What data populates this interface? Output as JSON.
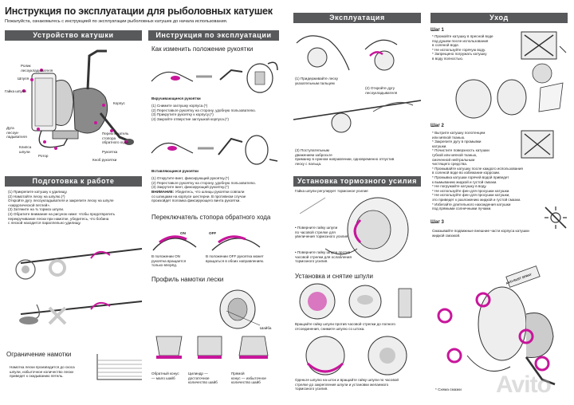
{
  "header": {
    "title": "Инструкция по эксплуатации для рыболовных катушек",
    "subtitle": "Пожалуйста, ознакомьтесь с инструкцией по эксплуатации рыболовных катушек до начала использования."
  },
  "device": {
    "banner": "Устройство катушки",
    "labels": {
      "roller": "Ролик\nлесоукладывателя",
      "spool": "Шпуля",
      "spool_nut": "Гайка шпули",
      "body": "Корпус",
      "bail": "Дуга\nлесоук-\nладывателя",
      "bail_clip": "Клипса\nшпули",
      "rotor": "Ротор",
      "stopper": "Переключатель\nстопора\nобратного хода",
      "handle": "Рукоятка",
      "handle_knob": "Кноб рукоятки"
    }
  },
  "preparation": {
    "banner": "Подготовка к работе",
    "text": "(1) Прикрепите катушку к удилищу.\n(2) Намотайте леску на шпулю.(*)\n   Откройте дугу лесоукладывателя и закрепите леску на шпуле\n   «хирургической петлей».\n(3) Затяните на ¾ тормоз шпули.\n(4) Обратите внимание на рисунок ниже: чтобы предотвратить\n   перекручивание лески при намотке, убедитесь, что бобина\n   с леской находится параллельно удилищу.",
    "winding_title": "Ограничение намотки",
    "winding_text": "Намотка лески производится до скоса\nшпули, избыточное количество лески\nприведет к скидыванию петель."
  },
  "operation": {
    "banner": "Инструкция по эксплуатации",
    "handle_title": "Как изменить положение рукоятки",
    "screw_handle": "Вкручивающиеся рукоятки",
    "screw_steps": "(1) Снимите заглушку корпуса.(*)\n(2) Переставьте рукоятку на сторону, удобную пользователю.\n(3) Прикрутите рукоятку к корпусу.(*)\n(4) Закройте отверстие заглушкой корпуса.(*)",
    "insert_handle": "Вставляющиеся рукоятки",
    "insert_steps": "(1) Открутите винт, фиксирующий рукоятку.(*)\n(2) Переставьте рукоятку на сторону, удобную пользователю.\n(3) Закрутите винт, фиксирующий рукоятку.(*)",
    "insert_warning_bold": "ВНИМАНИЕ:",
    "insert_warning": " Убедитесь, что шлицы рукоятки совпали\nсо шлицами на корпусе шестерни. В противном случае\nпроизойдет поломка фиксирующего винта рукоятки.",
    "stopper_title": "Переключатель стопора обратного хода",
    "on_label": "ON",
    "off_label": "OFF",
    "on_text": "В положении ON\nрукоятка вращается\nтолько вперёд.",
    "off_text": "В положении OFF рукоятка может\nвращаться в обоих направлениях.",
    "profile_title": "Профиль намотки лески",
    "washer": "Шайба",
    "profile_captions": [
      "Обратный конус\n— мало шайб",
      "Цилиндр —\nдостаточное\nколичество шайб",
      "Прямой\nконус — избыточное\nколичество шайб"
    ]
  },
  "usage": {
    "banner": "Эксплуатация",
    "step1": "(1) Придерживайте леску\nуказательным пальцем",
    "step2": "(2) Откройте дугу\nлесоукладывателя",
    "step3": "(3) Поступательным\nдвижением забросьте\nприманку в нужном направлении, одновременно отпустив\nлеску с пальца."
  },
  "drag": {
    "banner": "Установка тормозного усилия",
    "intro": "Гайка шпули регулирует тормозное усилие",
    "cw": "• Поверните гайку шпули\nпо часовой стрелке для\nувеличения тормозного усилия.",
    "ccw": "• Поверните гайку шпули против\nчасовой стрелки для ослабления\nтормозного усилия."
  },
  "spool_change": {
    "title": "Установка и снятие шпули",
    "remove_text": "Вращайте гайку шпули против часовой стрелки до полного\nотсоединения, снимите шпулю со штока.",
    "install_text": "Оденьте шпулю на шток и вращайте гайку шпули по часовой\nстрелке до закрепления шпули и установки желаемого\nтормозного усилия."
  },
  "care": {
    "banner": "Уход",
    "step1_title": "Шаг 1",
    "step1_text": "* Промойте катушку в пресной воде\n  под душем после использования\n  в соленой воде.\n* Не используйте горячую воду.\n* Запрещено погружать катушку\n  в воду полностью.",
    "step2_title": "Шаг 2",
    "step2_text": "* Вытрите катушку полотенцем\n  или мягкой тканью.\n* Закрепите дугу в промывки\n  катушки.\n* Почистите поверхность катушки\n  губкой или мягкой тканью,\n  смоченной нейтральным\n  чистящего средства.\n* Промывайте катушку после каждого использования\n  в соленой воде во избежание коррозии.\n* Промывка катушки горячей водой приведет\n  к вымыванию жидкой и густой смазки.\n* Не погружайте катушку в воду.\n* Не используйте фен для просушки катушки.\n* Не используйте фен для просушки катушки,\n  это приведет к разложению жидкой и густой смазки.\n* Избегайте длительного нахождения катушки\n  под прямыми солнечными лучами.",
    "step3_title": "Шаг 3",
    "step3_text": "Смазывайте подвижные внешние части корпуса катушки\nжидкой смазкой.",
    "oil_label": "ANTI-RUST SPRAY",
    "lube_caption": "* Схема смазки"
  },
  "watermark": "Avito",
  "colors": {
    "banner": "#58595b",
    "accent": "#c8169b",
    "line": "#333333"
  }
}
